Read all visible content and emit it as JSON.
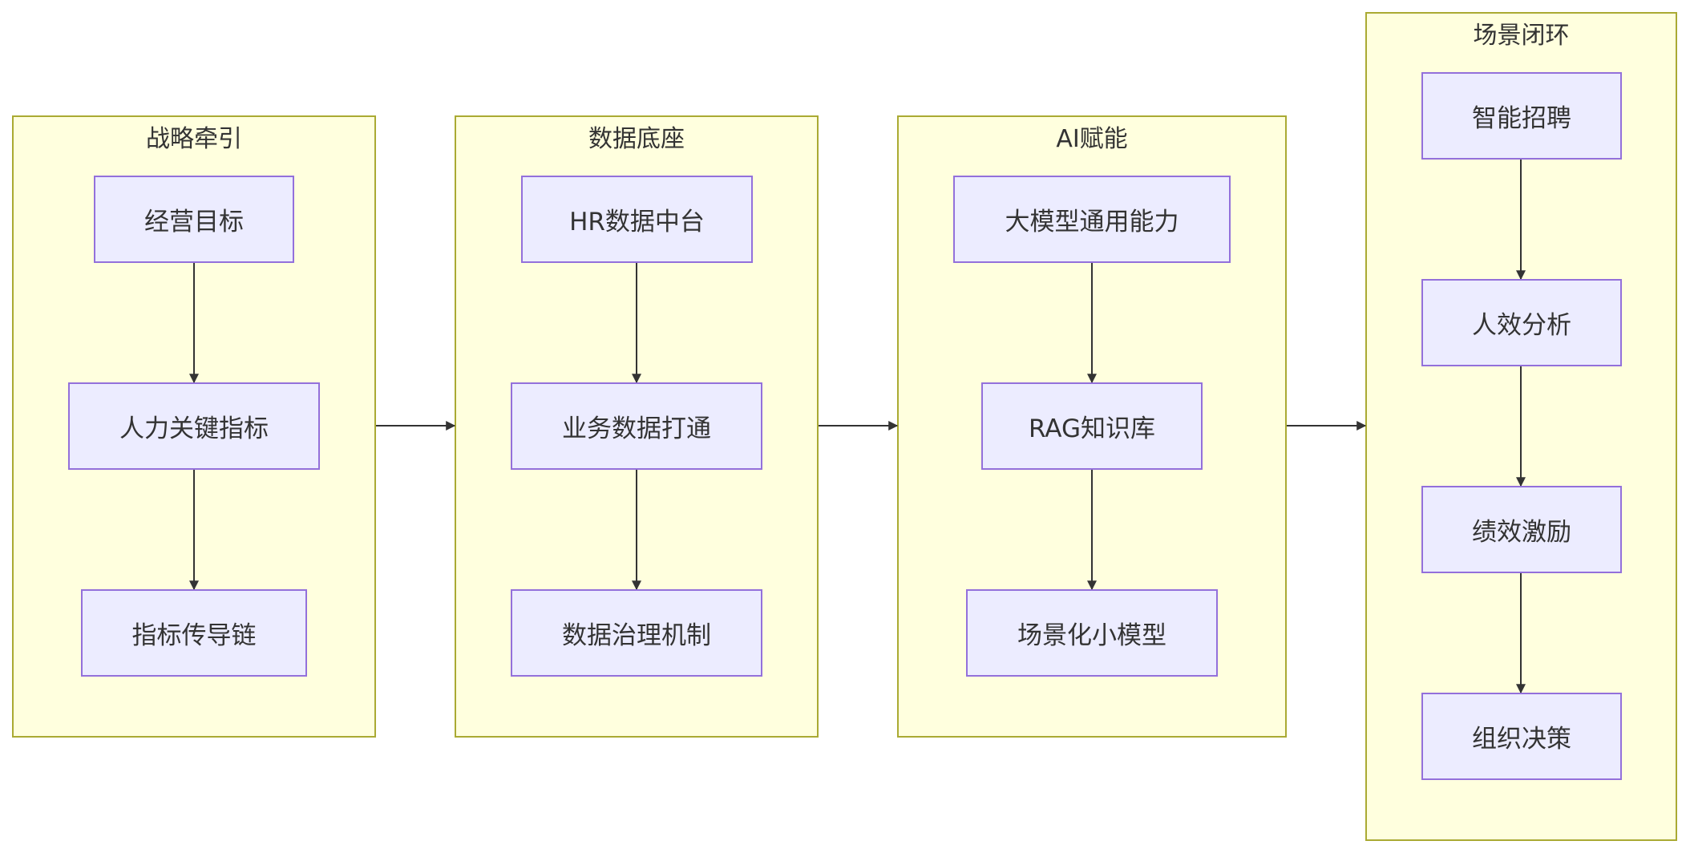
{
  "colors": {
    "cluster_fill": "#ffffde",
    "cluster_border": "#aaaa33",
    "node_fill": "#ececff",
    "node_border": "#9370db",
    "edge": "#333333",
    "text": "#333333"
  },
  "clusters": [
    {
      "title": "战略牵引",
      "nodes": [
        "经营目标",
        "人力关键指标",
        "指标传导链"
      ]
    },
    {
      "title": "数据底座",
      "nodes": [
        "HR数据中台",
        "业务数据打通",
        "数据治理机制"
      ]
    },
    {
      "title": "AI赋能",
      "nodes": [
        "大模型通用能力",
        "RAG知识库",
        "场景化小模型"
      ]
    },
    {
      "title": "场景闭环",
      "nodes": [
        "智能招聘",
        "人效分析",
        "绩效激励",
        "组织决策"
      ]
    }
  ]
}
